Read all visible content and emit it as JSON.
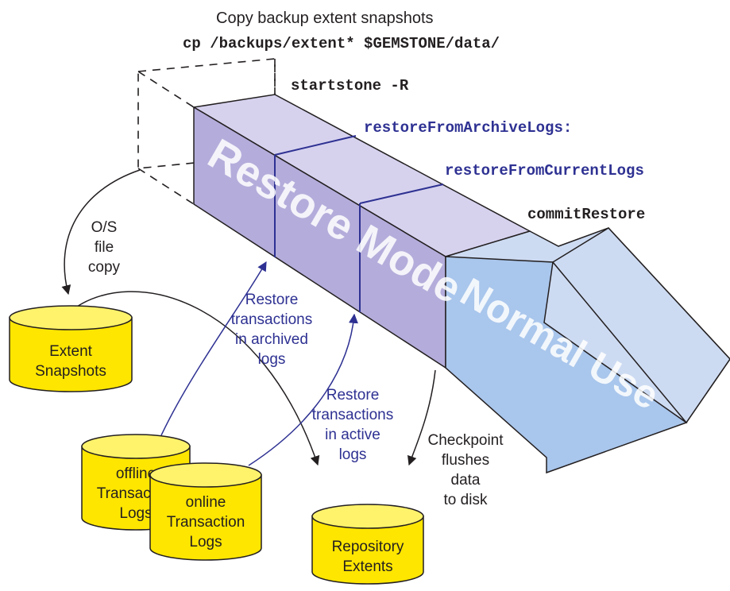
{
  "header": {
    "title": "Copy backup extent snapshots",
    "command": "cp /backups/extent* $GEMSTONE/data/"
  },
  "steps": {
    "startstone": "startstone -R",
    "restore_archive": "restoreFromArchiveLogs:",
    "restore_current": "restoreFromCurrentLogs",
    "commit": "commitRestore"
  },
  "arrow": {
    "restore_mode_label": "Restore Mode",
    "normal_use_label": "Normal Use"
  },
  "annotations": {
    "os_copy": [
      "O/S",
      "file",
      "copy"
    ],
    "restore_archived": [
      "Restore",
      "transactions",
      "in archived",
      "logs"
    ],
    "restore_active": [
      "Restore",
      "transactions",
      "in active",
      "logs"
    ],
    "checkpoint": [
      "Checkpoint",
      "flushes",
      "data",
      "to disk"
    ]
  },
  "cylinders": {
    "extent_snapshots": [
      "Extent",
      "Snapshots"
    ],
    "offline_logs": [
      "offline",
      "Transaction",
      "Logs"
    ],
    "online_logs": [
      "online",
      "Transaction",
      "Logs"
    ],
    "repository_extents": [
      "Repository",
      "Extents"
    ]
  },
  "colors": {
    "restore_front": "#b4addb",
    "restore_top": "#d6d2ee",
    "normal_front": "#a9c6ec",
    "normal_top": "#cddbf2",
    "blue_text": "#2e3192",
    "cylinder": "#ffe600"
  }
}
